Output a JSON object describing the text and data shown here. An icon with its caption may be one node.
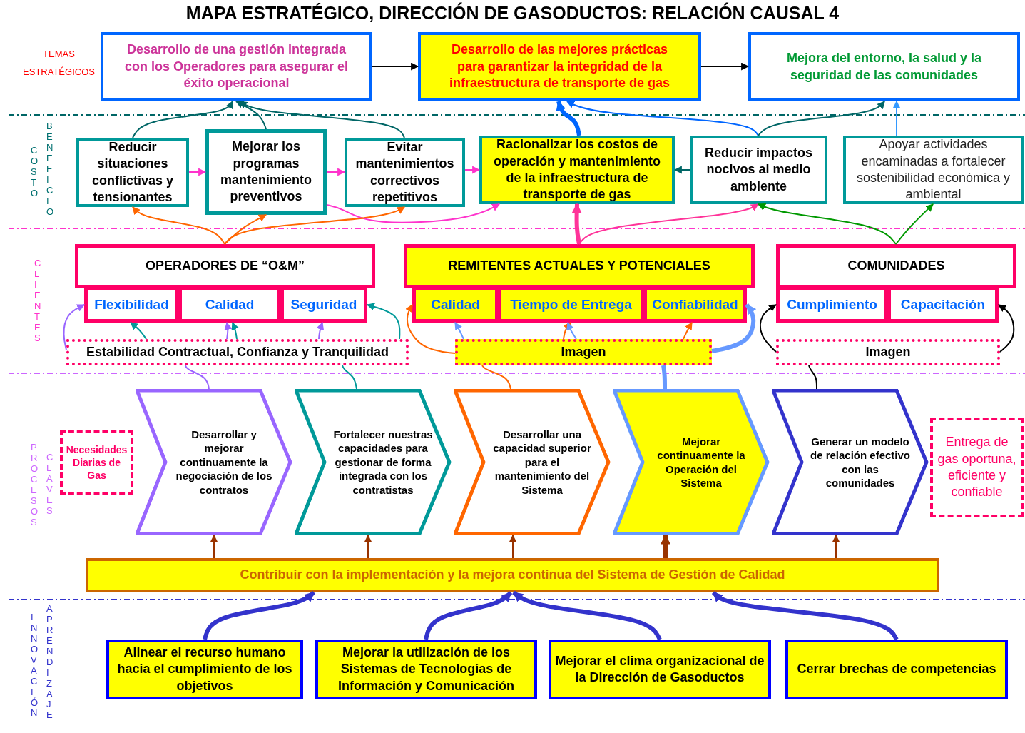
{
  "diagram": {
    "title": "MAPA ESTRATÉGICO, DIRECCIÓN DE GASODUCTOS: RELACIÓN CAUSAL 4",
    "nodes": [
      {
        "text": [
          "Desarrollo de una gestión integrada con los Operadores para asegurar el éxito operacional"
        ]
      },
      {
        "text": [
          "Desarrollo de  las mejores prácticas para garantizar la integridad de la infraestructura de transporte de gas"
        ]
      },
      {
        "text": [
          "Mejora del entorno, la salud y la seguridad de las comunidades"
        ]
      },
      {
        "text": [
          "Reducir situaciones conflictivas y tensionantes"
        ]
      },
      {
        "text": [
          "Mejorar los programas mantenimiento preventivos"
        ]
      },
      {
        "text": [
          "Evitar mantenimientos correctivos repetitivos"
        ]
      },
      {
        "text": [
          "Racionalizar los costos de operación y mantenimiento de la infraestructura de transporte de gas"
        ]
      },
      {
        "text": [
          "Reducir impactos nocivos al medio ambiente"
        ]
      },
      {
        "text": [
          "Apoyar actividades encaminadas a fortalecer sostenibilidad económica y ambiental"
        ]
      },
      {
        "text": [
          "OPERADORES DE “O&M”"
        ]
      },
      {
        "text": [
          "Flexibilidad"
        ]
      },
      {
        "text": [
          "Calidad"
        ]
      },
      {
        "text": [
          "Seguridad"
        ]
      },
      {
        "text": [
          "REMITENTES ACTUALES Y POTENCIALES"
        ]
      },
      {
        "text": [
          "Calidad"
        ]
      },
      {
        "text": [
          "Tiempo de Entrega"
        ]
      },
      {
        "text": [
          "Confiabilidad"
        ]
      },
      {
        "text": [
          "COMUNIDADES"
        ]
      },
      {
        "text": [
          "Cumplimiento"
        ]
      },
      {
        "text": [
          "Capacitación"
        ]
      },
      {
        "text": [
          "Estabilidad Contractual,  Confianza y Tranquilidad"
        ]
      },
      {
        "text": [
          "Imagen"
        ]
      },
      {
        "text": [
          "Imagen"
        ]
      },
      {
        "text": [
          "Necesidades Diarias de Gas"
        ]
      },
      {
        "text": [
          "Desarrollar y mejorar continuamente la negociación de los contratos"
        ]
      },
      {
        "text": [
          "Fortalecer nuestras capacidades para gestionar de forma integrada con los contratistas"
        ]
      },
      {
        "text": [
          "Desarrollar una capacidad superior para el mantenimiento del Sistema"
        ]
      },
      {
        "text": [
          "Mejorar continuamente la Operación del Sistema"
        ]
      },
      {
        "text": [
          "Generar un modelo de relación efectivo con las comunidades"
        ]
      },
      {
        "text": [
          "Entrega de gas oportuna, eficiente y confiable"
        ]
      },
      {
        "text": [
          "Contribuir con la implementación y la mejora continua del Sistema de Gestión de Calidad"
        ]
      },
      {
        "text": [
          "Alinear el recurso humano hacia el cumplimiento de los objetivos"
        ]
      },
      {
        "text": [
          "Mejorar la utilización de los Sistemas de Tecnologías de Información y Comunicación"
        ]
      },
      {
        "text": [
          "Mejorar el clima organizacional de la Dirección de Gasoductos"
        ]
      },
      {
        "text": [
          "Cerrar brechas de competencias"
        ]
      }
    ],
    "edges": [
      {
        "from": 0,
        "to": 1,
        "arrow": "to",
        "color": "#000000"
      },
      {
        "from": 1,
        "to": 2,
        "arrow": "to",
        "color": "#000000"
      },
      {
        "from": 3,
        "to": 0,
        "arrow": "to",
        "color": "#006666"
      },
      {
        "from": 4,
        "to": 0,
        "arrow": "to",
        "color": "#006666"
      },
      {
        "from": 5,
        "to": 0,
        "arrow": "to",
        "color": "#006666"
      },
      {
        "from": 3,
        "to": 4,
        "arrow": "to",
        "color": "#ff33cc"
      },
      {
        "from": 4,
        "to": 5,
        "arrow": "to",
        "color": "#ff33cc"
      },
      {
        "from": 5,
        "to": 6,
        "arrow": "to",
        "color": "#ff33cc"
      },
      {
        "from": 4,
        "to": 6,
        "arrow": "to",
        "color": "#ff33cc"
      },
      {
        "from": 6,
        "to": 1,
        "arrow": "to",
        "style": "thick",
        "color": "#0066ff"
      },
      {
        "from": 7,
        "to": 1,
        "arrow": "to",
        "color": "#0066ff"
      },
      {
        "from": 7,
        "to": 2,
        "arrow": "to",
        "color": "#006666"
      },
      {
        "from": 8,
        "to": 2,
        "arrow": "to",
        "color": "#3399ff"
      },
      {
        "from": 7,
        "to": 6,
        "arrow": "to",
        "color": "#006666"
      },
      {
        "from": 9,
        "to": 3,
        "arrow": "to",
        "color": "#ff6600"
      },
      {
        "from": 9,
        "to": 4,
        "arrow": "to",
        "color": "#ff6600"
      },
      {
        "from": 9,
        "to": 5,
        "arrow": "to",
        "color": "#ff6600"
      },
      {
        "from": 13,
        "to": 6,
        "arrow": "to",
        "style": "thick",
        "color": "#ff3399"
      },
      {
        "from": 13,
        "to": 7,
        "arrow": "to",
        "color": "#ff3399"
      },
      {
        "from": 17,
        "to": 7,
        "arrow": "to",
        "color": "#009900"
      },
      {
        "from": 17,
        "to": 8,
        "arrow": "to",
        "color": "#009900"
      },
      {
        "from": 20,
        "to": 10,
        "arrow": "to",
        "color": "#9966ff"
      },
      {
        "from": 20,
        "to": 10,
        "arrow": "to",
        "color": "#009999"
      },
      {
        "from": 20,
        "to": 11,
        "arrow": "to",
        "color": "#009999"
      },
      {
        "from": 20,
        "to": 11,
        "arrow": "to",
        "color": "#9966ff"
      },
      {
        "from": 20,
        "to": 12,
        "arrow": "to",
        "color": "#9966ff"
      },
      {
        "from": 20,
        "to": 12,
        "arrow": "to",
        "color": "#009999"
      },
      {
        "from": 21,
        "to": 14,
        "arrow": "to",
        "color": "#ff6600"
      },
      {
        "from": 21,
        "to": 14,
        "arrow": "to",
        "color": "#6699ff"
      },
      {
        "from": 21,
        "to": 15,
        "arrow": "to",
        "color": "#ff6600"
      },
      {
        "from": 21,
        "to": 15,
        "arrow": "to",
        "color": "#6699ff"
      },
      {
        "from": 21,
        "to": 16,
        "arrow": "to",
        "color": "#ff6600"
      },
      {
        "from": 21,
        "to": 16,
        "arrow": "to",
        "style": "thick",
        "color": "#6699ff"
      },
      {
        "from": 22,
        "to": 18,
        "arrow": "to",
        "color": "#000000"
      },
      {
        "from": 22,
        "to": 19,
        "arrow": "to",
        "color": "#000000"
      },
      {
        "from": 24,
        "to": 20,
        "arrow": "none",
        "color": "#9966ff"
      },
      {
        "from": 25,
        "to": 20,
        "arrow": "none",
        "color": "#009999"
      },
      {
        "from": 26,
        "to": 21,
        "arrow": "none",
        "color": "#ff6600"
      },
      {
        "from": 27,
        "to": 21,
        "arrow": "none",
        "style": "thick",
        "color": "#6699ff"
      },
      {
        "from": 28,
        "to": 22,
        "arrow": "none",
        "color": "#000000"
      },
      {
        "from": 30,
        "to": 24,
        "arrow": "to",
        "color": "#993300"
      },
      {
        "from": 30,
        "to": 25,
        "arrow": "to",
        "color": "#993300"
      },
      {
        "from": 30,
        "to": 26,
        "arrow": "to",
        "color": "#993300"
      },
      {
        "from": 30,
        "to": 27,
        "arrow": "to",
        "style": "thick",
        "color": "#993300"
      },
      {
        "from": 30,
        "to": 28,
        "arrow": "to",
        "color": "#993300"
      },
      {
        "from": 31,
        "to": 30,
        "arrow": "to",
        "style": "thick",
        "color": "#3333cc"
      },
      {
        "from": 32,
        "to": 30,
        "arrow": "to",
        "style": "thick",
        "color": "#3333cc"
      },
      {
        "from": 33,
        "to": 30,
        "arrow": "to",
        "style": "thick",
        "color": "#3333cc"
      },
      {
        "from": 34,
        "to": 30,
        "arrow": "to",
        "style": "thick",
        "color": "#3333cc"
      }
    ],
    "labels": [
      "TEMAS ESTRATÉGICOS",
      "COSTO",
      "BENEFICIO",
      "CLIENTES",
      "PROCESOS",
      "CLAVES",
      "INNOVACIÓN",
      "APRENDIZAJE"
    ]
  }
}
